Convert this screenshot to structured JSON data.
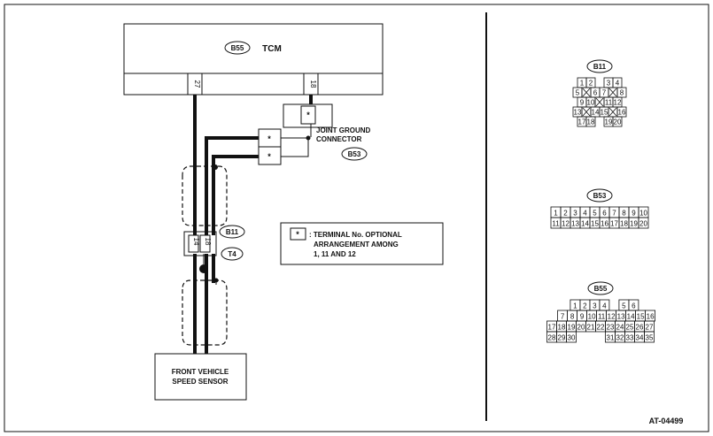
{
  "tcm": {
    "code": "B55",
    "label": "TCM",
    "pin_a": "27",
    "pin_b": "18"
  },
  "joint_ground": {
    "line1": "JOINT GROUND",
    "line2": "CONNECTOR",
    "code": "B53",
    "mark": "*"
  },
  "connector_b11": {
    "code": "B11",
    "pin_a": "14",
    "pin_b": "18"
  },
  "connector_t4": {
    "code": "T4"
  },
  "note": {
    "mark": "*",
    "line1": ": TERMINAL No. OPTIONAL",
    "line2": "ARRANGEMENT AMONG",
    "line3": "1, 11 AND 12"
  },
  "sensor": {
    "line1": "FRONT VEHICLE",
    "line2": "SPEED SENSOR"
  },
  "faces": {
    "b11": {
      "code": "B11",
      "rows": [
        [
          "1",
          "2",
          "",
          "3",
          "4"
        ],
        [
          "5",
          "X",
          "6",
          "7",
          "X",
          "8"
        ],
        [
          "9",
          "10",
          "X",
          "11",
          "12"
        ],
        [
          "13",
          "X",
          "14",
          "15",
          "X",
          "16"
        ],
        [
          "17",
          "18",
          "",
          "19",
          "20"
        ]
      ]
    },
    "b53": {
      "code": "B53",
      "rows": [
        [
          "1",
          "2",
          "3",
          "4",
          "5",
          "6",
          "7",
          "8",
          "9",
          "10"
        ],
        [
          "11",
          "12",
          "13",
          "14",
          "15",
          "16",
          "17",
          "18",
          "19",
          "20"
        ]
      ]
    },
    "b55": {
      "code": "B55",
      "rows": [
        [
          "1",
          "2",
          "3",
          "4",
          "",
          "5",
          "6"
        ],
        [
          "7",
          "8",
          "9",
          "10",
          "11",
          "12",
          "13",
          "14",
          "15",
          "16"
        ],
        [
          "17",
          "18",
          "19",
          "20",
          "21",
          "22",
          "23",
          "24",
          "25",
          "26",
          "27"
        ],
        [
          "28",
          "29",
          "30",
          "",
          "",
          "",
          "31",
          "32",
          "33",
          "34",
          "35"
        ]
      ]
    }
  },
  "footer_id": "AT-04499"
}
